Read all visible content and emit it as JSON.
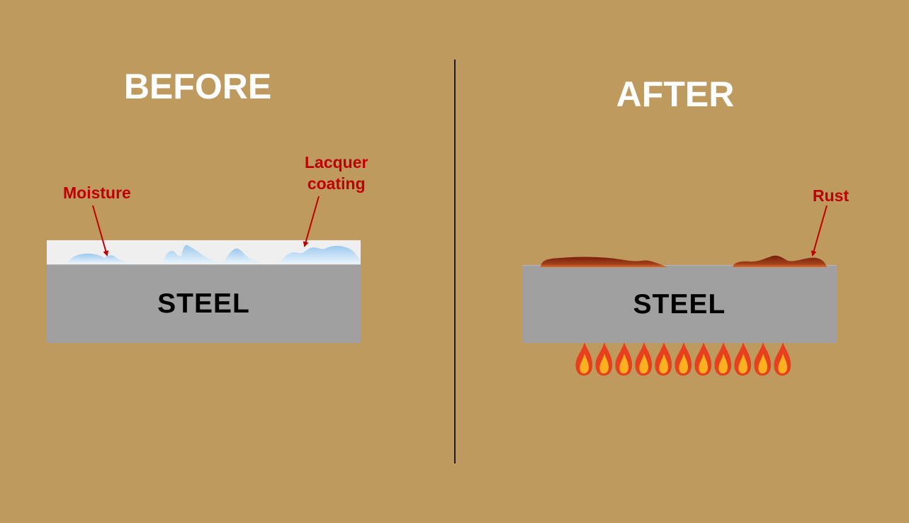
{
  "before": {
    "title": "BEFORE",
    "steel_label": "STEEL",
    "moisture_label": "Moisture",
    "lacquer_label_line1": "Lacquer",
    "lacquer_label_line2": "coating"
  },
  "after": {
    "title": "AFTER",
    "steel_label": "STEEL",
    "rust_label": "Rust"
  },
  "colors": {
    "background": "#BE9A5F",
    "steel": "#A0A0A0",
    "coating": "#EFEFEF",
    "moisture": "#9CC9EE",
    "label_red": "#C00000",
    "rust": "#8B2A10",
    "flame_outer": "#E8401C",
    "flame_inner": "#FFB020"
  },
  "icons": {
    "heat_source": "flame-icon",
    "flame_count": 11
  }
}
